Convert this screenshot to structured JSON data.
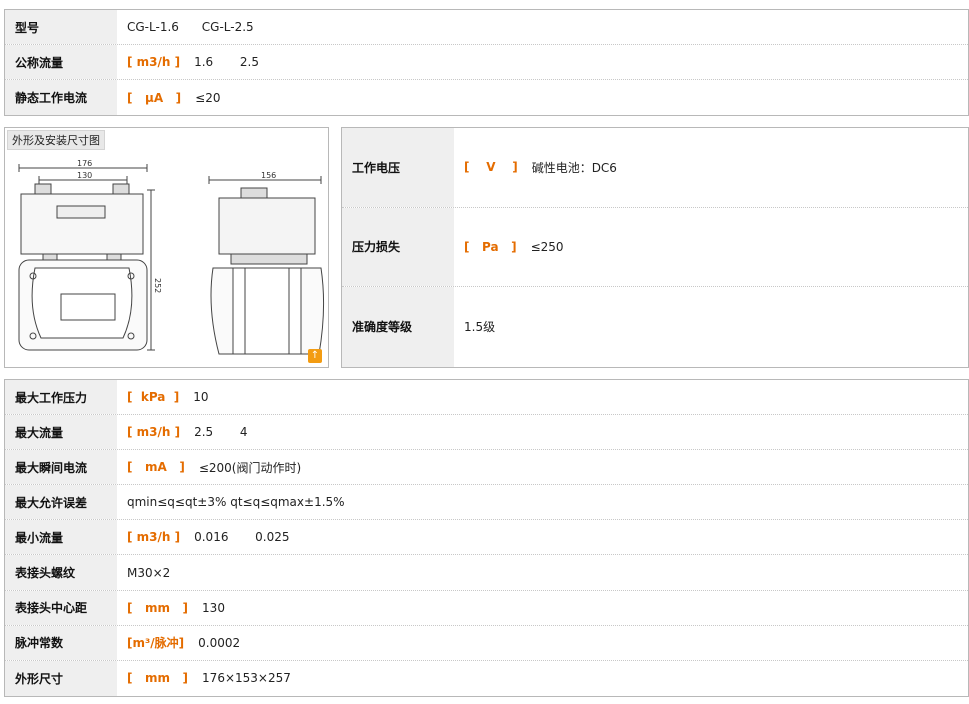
{
  "top_block": [
    {
      "label": "型号",
      "unit": "",
      "value": "CG-L-1.6      CG-L-2.5"
    },
    {
      "label": "公称流量",
      "unit": "[ m3/h ]",
      "value": "1.6       2.5"
    },
    {
      "label": "静态工作电流",
      "unit": "[   μA   ]",
      "value": "≤20"
    }
  ],
  "figure": {
    "caption": "外形及安装尺寸图",
    "dims": {
      "width_outer": "176",
      "width_inner": "130",
      "height": "252",
      "side_width": "156"
    },
    "corner_icon": "expand-icon",
    "corner_color": "#f39c12"
  },
  "right_block": [
    {
      "label": "工作电压",
      "unit": "[    V    ]",
      "value": "碱性电池：DC6"
    },
    {
      "label": "压力损失",
      "unit": "[   Pa   ]",
      "value": "≤250"
    },
    {
      "label": "准确度等级",
      "unit": "",
      "value": "1.5级"
    }
  ],
  "bottom_block": [
    {
      "label": "最大工作压力",
      "unit": "[  kPa  ]",
      "value": "10"
    },
    {
      "label": "最大流量",
      "unit": "[ m3/h ]",
      "value": "2.5       4"
    },
    {
      "label": "最大瞬间电流",
      "unit": "[   mA   ]",
      "value": "≤200(阀门动作时)"
    },
    {
      "label": "最大允许误差",
      "unit": "",
      "value": "qmin≤q≤qt±3% qt≤q≤qmax±1.5%"
    },
    {
      "label": "最小流量",
      "unit": "[ m3/h ]",
      "value": "0.016       0.025"
    },
    {
      "label": "表接头螺纹",
      "unit": "",
      "value": "M30×2"
    },
    {
      "label": "表接头中心距",
      "unit": "[   mm   ]",
      "value": "130"
    },
    {
      "label": "脉冲常数",
      "unit": "[m³/脉冲]",
      "value": "0.0002"
    },
    {
      "label": "外形尺寸",
      "unit": "[   mm   ]",
      "value": "176×153×257"
    }
  ],
  "colors": {
    "accent": "#e46c00",
    "label_bg": "#efefef",
    "border": "#b8b8b8"
  }
}
